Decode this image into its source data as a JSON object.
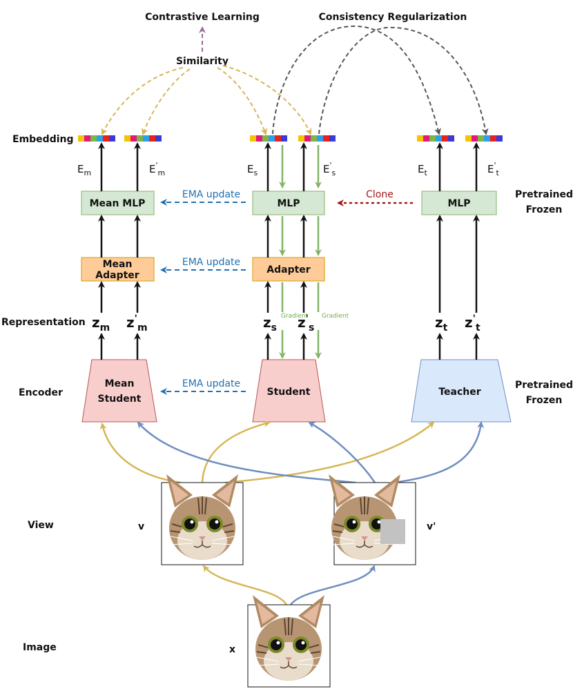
{
  "labels": {
    "contrastive": "Contrastive Learning",
    "consistency": "Consistency Regularization",
    "similarity": "Similarity",
    "embedding": "Embedding",
    "representation": "Representation",
    "encoder": "Encoder",
    "view": "View",
    "image": "Image",
    "pretrained_frozen_1a": "Pretrained",
    "pretrained_frozen_1b": "Frozen",
    "pretrained_frozen_2a": "Pretrained",
    "pretrained_frozen_2b": "Frozen"
  },
  "boxes": {
    "mean_mlp": "Mean  MLP",
    "mlp_student": "MLP",
    "mlp_teacher": "MLP",
    "mean_adapter_1": "Mean",
    "mean_adapter_2": "Adapter",
    "adapter": "Adapter",
    "mean_student_1": "Mean",
    "mean_student_2": "Student",
    "student": "Student",
    "teacher": "Teacher"
  },
  "edges": {
    "ema_mlp": "EMA update",
    "ema_adapter": "EMA update",
    "ema_encoder": "EMA update",
    "clone": "Clone",
    "gradient_1": "Gradient",
    "gradient_2": "Gradient"
  },
  "symbols": {
    "E_m": "E",
    "E_m_sub": "m",
    "E_m2": "E",
    "E_m2_sub": "m",
    "E_s": "E",
    "E_s_sub": "s",
    "E_s2": "E",
    "E_s2_sub": "s",
    "E_t": "E",
    "E_t_sub": "t",
    "E_t2": "E",
    "E_t2_sub": "t",
    "prime": "'",
    "z": "z",
    "sub_m": "m",
    "sub_s": "s",
    "sub_t": "t",
    "v": "v",
    "v_prime": "v'",
    "x": "x"
  },
  "colors": {
    "embedding_stripes": [
      "#f5c400",
      "#e2197a",
      "#7ab648",
      "#2f9fe6",
      "#e8231b",
      "#3a3bd6"
    ],
    "mean_box_fill": "#f8cecc",
    "adapter_fill": "#ffcc99",
    "mlp_fill": "#d5e8d4",
    "teacher_fill": "#dae8fc",
    "arrow_gold": "#d6b656",
    "arrow_blue": "#6c8ebf",
    "arrow_green": "#82b366",
    "arrow_gray": "#555555",
    "arrow_purple": "#9a6a9a",
    "ema_blue": "#1f6fb0",
    "clone_red": "#a31515"
  },
  "icons": {
    "cat_image": "cat-face-illustration",
    "occlusion_patch": "gray-square-mask"
  }
}
